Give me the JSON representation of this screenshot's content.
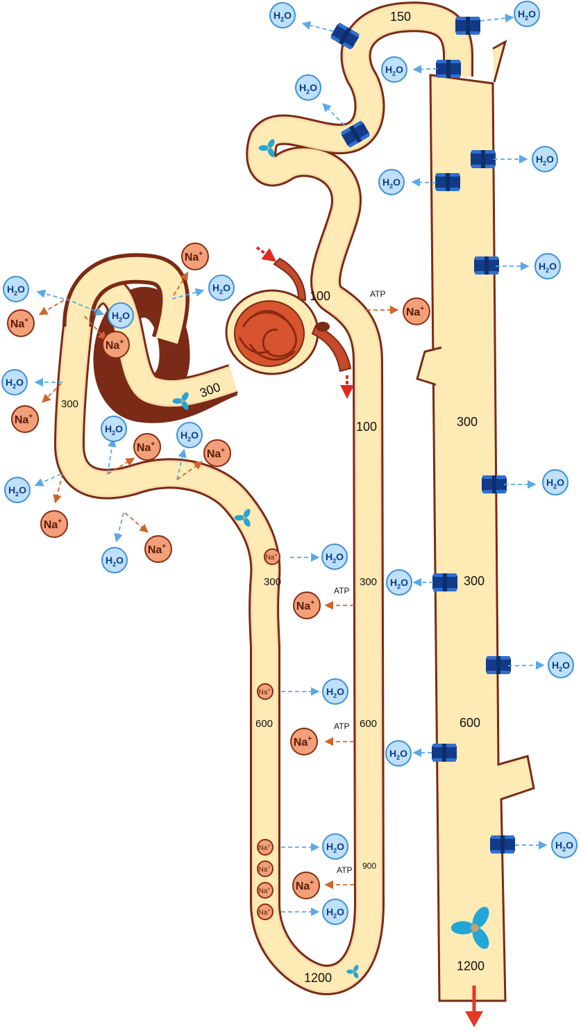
{
  "labels": {
    "osm_150": "150",
    "osm_100_glom": "100",
    "osm_300_pct": "300",
    "osm_300_left": "300",
    "osm_100_asc": "100",
    "osm_300_cd_top": "300",
    "osm_300_cd_mid": "300",
    "osm_300_desc": "300",
    "osm_300_asc": "300",
    "osm_600_cd": "600",
    "osm_600_desc": "600",
    "osm_600_asc": "600",
    "osm_900_asc": "900",
    "osm_1200_loop": "1200",
    "osm_1200_cd": "1200",
    "atp": "ATP"
  },
  "molecules": {
    "water_main": "H",
    "water_sub": "2",
    "water_end": "O",
    "sodium_main": "Na",
    "sodium_sup": "+"
  },
  "colors": {
    "tubule_fill": "#fdeab4",
    "tubule_wall": "#7a2a16",
    "water_fill": "#bfe0fa",
    "water_stroke": "#3a90dd",
    "sodium_fill": "#f2a07a",
    "sodium_stroke": "#8a2a10",
    "aquaporin": "#123a86",
    "water_arrow": "#5aa8ea",
    "sodium_arrow": "#d0642c",
    "flow_arrow": "#e03020"
  }
}
